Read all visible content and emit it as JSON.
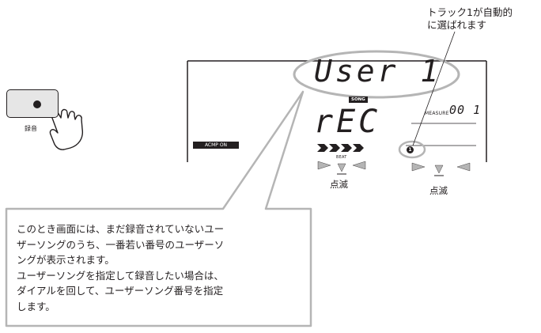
{
  "record_button": {
    "label": "録音",
    "icon": "record-dot-icon",
    "hand_icon": "pointing-hand-icon"
  },
  "display": {
    "song_name": "User 1",
    "song_badge": "SONG",
    "mode_text": "rEC",
    "acmp_badge": "ACMP ON",
    "beat_label": "BEAT",
    "measure_label": "MEASURE",
    "measure_value": "00 1",
    "track_number": "1"
  },
  "blink_labels": {
    "beat": "点滅",
    "track": "点滅"
  },
  "annotation": {
    "line1": "トラック1が自動的",
    "line2": "に選ばれます"
  },
  "callout": {
    "lines": [
      "このとき画面には、まだ録音されていないユー",
      "ザーソングのうち、一番若い番号のユーザーソ",
      "ングが表示されます。",
      "ユーザーソングを指定して録音したい場合は、",
      "ダイアルを回して、ユーザーソング番号を指定",
      "します。"
    ]
  },
  "colors": {
    "ink": "#231f20",
    "highlight_gray": "#b5b5b5",
    "button_fill": "#e6e6e6"
  }
}
